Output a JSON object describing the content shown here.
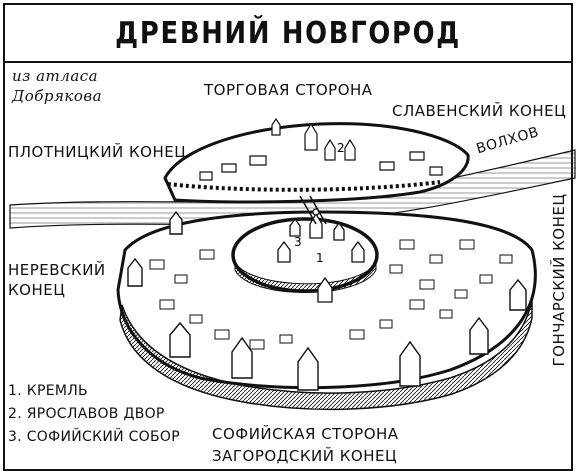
{
  "title": "ДРЕВНИЙ НОВГОРОД",
  "source_note": {
    "line1": "из атласа",
    "line2": "Добрякова"
  },
  "labels": {
    "trade_side": "ТОРГОВАЯ СТОРОНА",
    "slaven_end": "СЛАВЕНСКИЙ КОНЕЦ",
    "plotnitsky_end": "ПЛОТНИЦКИЙ КОНЕЦ",
    "volkhov": "ВОЛХОВ",
    "nerevsky_line1": "НЕРЕВСКИЙ",
    "nerevsky_line2": "КОНЕЦ",
    "goncharsky_end": "ГОНЧАРСКИЙ КОНЕЦ",
    "sofia_side": "СОФИЙСКАЯ СТОРОНА",
    "zagorodsky_end": "ЗАГОРОДСКИЙ КОНЕЦ"
  },
  "map_markers": [
    "1",
    "2",
    "3"
  ],
  "legend": [
    "1. КРЕМЛЬ",
    "2. ЯРОСЛАВОВ ДВОР",
    "3. СОФИЙСКИЙ СОБОР"
  ],
  "colors": {
    "ink": "#111111",
    "paper": "#ffffff",
    "shade": "#8a8a8a"
  }
}
